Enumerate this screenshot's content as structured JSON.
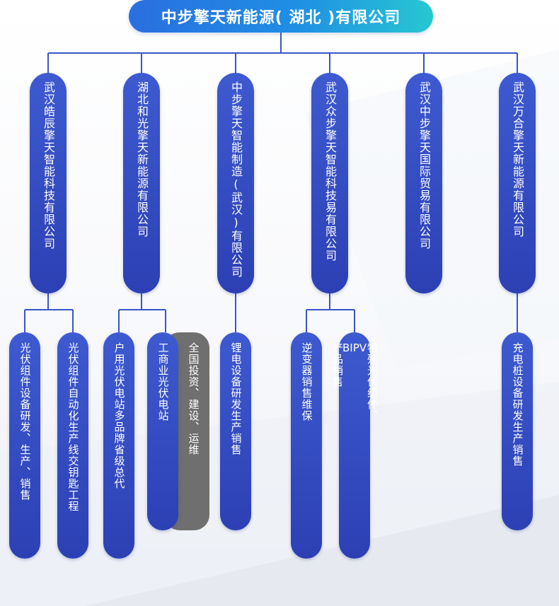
{
  "title": "中步擎天新能源( 湖北 )有限公司",
  "colors": {
    "pill_blue": "#3245bf",
    "line_blue": "#3a55c8",
    "grey": "#6f6f6f",
    "title_start": "#2a6ee0",
    "title_end": "#27c7d2"
  },
  "companies": [
    {
      "name": "武汉皓辰擎天智能科技有限公司",
      "businesses": [
        "光伏组件设备研发、生产、销售",
        "光伏组件自动化生产线交钥匙工程"
      ]
    },
    {
      "name": "湖北和光擎天新能源有限公司",
      "businesses": [
        "户用光伏电站多品牌省级总代",
        "工商业光伏电站",
        "全国投资、建设、运维"
      ]
    },
    {
      "name": "中步擎天智能制造(武汉)有限公司",
      "businesses": [
        "锂电设备研发生产销售"
      ]
    },
    {
      "name": "武汉众步擎天智能科技易有限公司",
      "businesses": [
        "逆变器销售维保",
        "特殊光伏组件、BIPV产品销售"
      ]
    },
    {
      "name": "武汉中步擎天国际贸易有限公司",
      "businesses": []
    },
    {
      "name": "武汉万合擎天新能源有限公司",
      "businesses": [
        "充电桩设备研发生产销售"
      ]
    }
  ],
  "bipv_parts": {
    "before": "特殊光伏组件、",
    "latin": "BIPV",
    "after": "产品销售"
  }
}
